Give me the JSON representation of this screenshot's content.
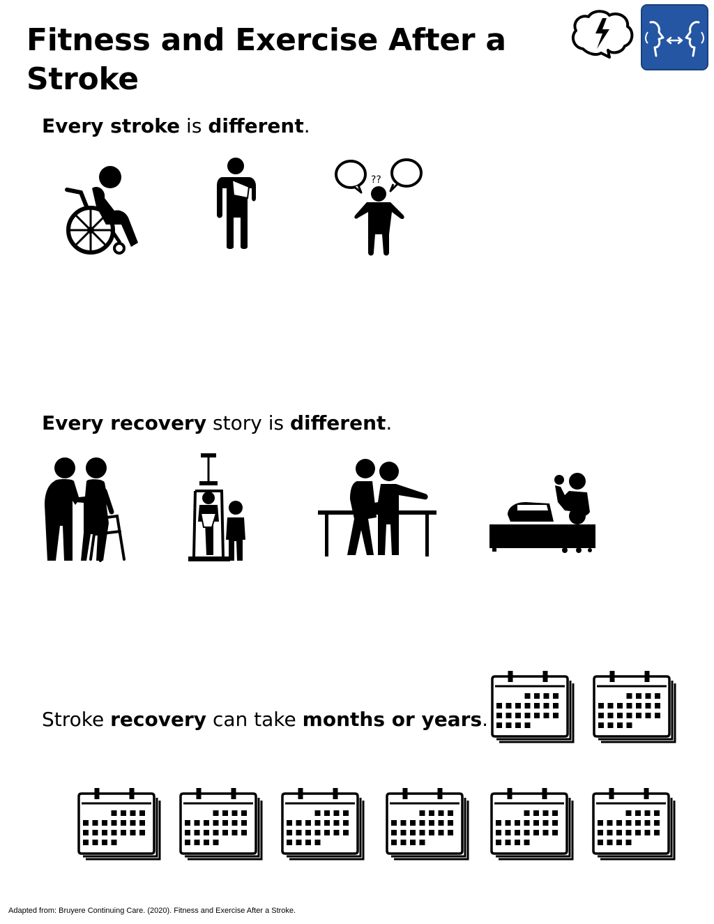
{
  "page": {
    "title": "Fitness and Exercise After a Stroke",
    "footer": "Adapted from: Bruyere Continuing Care. (2020). Fitness and Exercise After a Stroke."
  },
  "header_icons": [
    "brain-lightning-icon",
    "two-faces-communication-icon"
  ],
  "sections": [
    {
      "parts": [
        {
          "text": "Every stroke",
          "bold": true
        },
        {
          "text": " is ",
          "bold": false
        },
        {
          "text": "different",
          "bold": true
        },
        {
          "text": ".",
          "bold": false
        }
      ],
      "icons": [
        "wheelchair-person-icon",
        "arm-sling-person-icon",
        "confused-person-speech-bubbles-icon"
      ]
    },
    {
      "parts": [
        {
          "text": "Every recovery",
          "bold": true
        },
        {
          "text": " story is ",
          "bold": false
        },
        {
          "text": "different",
          "bold": true
        },
        {
          "text": ".",
          "bold": false
        }
      ],
      "icons": [
        "walker-assist-icon",
        "body-weight-support-icon",
        "parallel-bars-therapy-icon",
        "bed-therapy-icon"
      ]
    },
    {
      "parts": [
        {
          "text": "Stroke ",
          "bold": false
        },
        {
          "text": "recovery",
          "bold": true
        },
        {
          "text": " can take ",
          "bold": false
        },
        {
          "text": "months or years",
          "bold": true
        },
        {
          "text": ".",
          "bold": false
        }
      ],
      "icons": [
        "calendar-stack-icon"
      ],
      "calendar_count": 8
    }
  ],
  "colors": {
    "text": "#000000",
    "accent_blue": "#2456A3",
    "background": "#ffffff"
  }
}
